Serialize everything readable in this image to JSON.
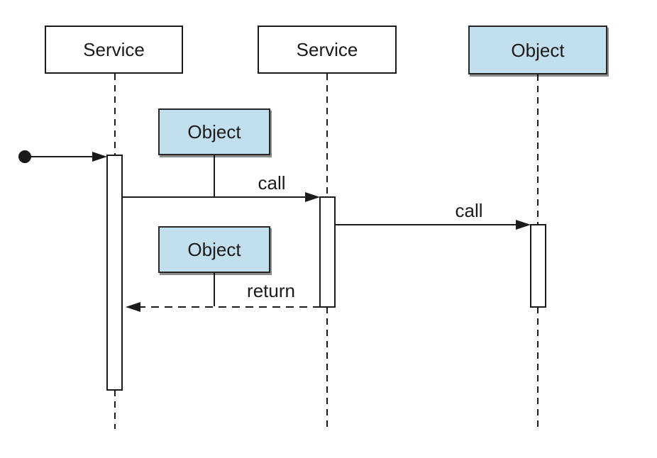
{
  "diagram": {
    "kind": "UML sequence diagram",
    "participants": [
      {
        "id": "service-1",
        "label": "Service",
        "type": "service",
        "fill": "#ffffff"
      },
      {
        "id": "service-2",
        "label": "Service",
        "type": "service",
        "fill": "#ffffff"
      },
      {
        "id": "object-3",
        "label": "Object",
        "type": "object",
        "fill": "#c2dfee"
      }
    ],
    "inline_objects": [
      {
        "id": "object-1",
        "label": "Object",
        "fill": "#c2dfee"
      },
      {
        "id": "object-2",
        "label": "Object",
        "fill": "#c2dfee"
      }
    ],
    "messages": [
      {
        "id": "found-message",
        "label": "",
        "type": "found",
        "to": "service-1"
      },
      {
        "id": "call-1",
        "label": "call",
        "type": "sync-call",
        "from": "service-1",
        "to": "service-2"
      },
      {
        "id": "call-2",
        "label": "call",
        "type": "sync-call",
        "from": "service-2",
        "to": "object-3"
      },
      {
        "id": "return-1",
        "label": "return",
        "type": "return",
        "from": "service-2",
        "to": "service-1"
      }
    ],
    "colors": {
      "object_fill": "#c2dfee",
      "stroke": "#1a1a1a",
      "background": "#ffffff"
    }
  }
}
